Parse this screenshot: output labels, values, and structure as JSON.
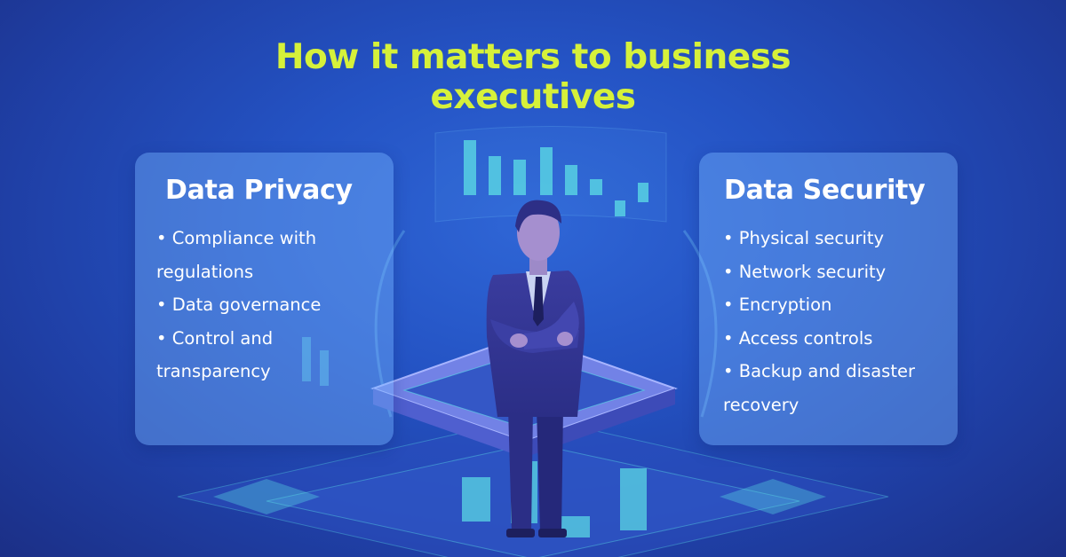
{
  "title": "How it matters to business executives",
  "cards": {
    "privacy": {
      "heading": "Data Privacy",
      "items": [
        "• Compliance with regulations",
        "• Data governance",
        "• Control and transparency"
      ]
    },
    "security": {
      "heading": "Data Security",
      "items": [
        "• Physical security",
        "• Network security",
        "• Encryption",
        "• Access controls",
        "• Backup and disaster recovery"
      ]
    }
  },
  "colors": {
    "background": "#2453c4",
    "title": "#d6f13a",
    "card": "#78b4ff",
    "accent": "#5de0e6",
    "platform": "#6a7de0"
  },
  "illustration": {
    "subject": "businessman-arms-crossed-icon",
    "elements": [
      "holographic-bar-chart-icon",
      "isometric-platform-icon"
    ]
  }
}
